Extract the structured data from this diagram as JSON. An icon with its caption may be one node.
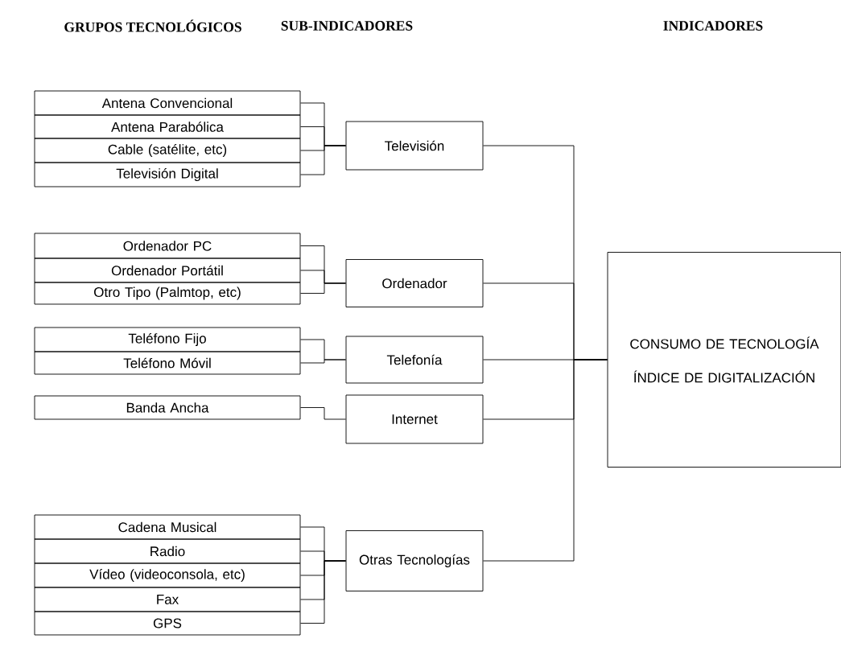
{
  "diagram": {
    "nodes": [
      {
        "text": [
          "Antena Convencional"
        ]
      },
      {
        "text": [
          "Antena Parabólica"
        ]
      },
      {
        "text": [
          "Cable (satélite, etc)"
        ]
      },
      {
        "text": [
          "Televisión Digital"
        ]
      },
      {
        "text": [
          "Televisión"
        ]
      },
      {
        "text": [
          "Ordenador PC"
        ]
      },
      {
        "text": [
          "Ordenador Portátil"
        ]
      },
      {
        "text": [
          "Otro Tipo (Palmtop, etc)"
        ]
      },
      {
        "text": [
          "Ordenador"
        ]
      },
      {
        "text": [
          "Teléfono Fijo"
        ]
      },
      {
        "text": [
          "Teléfono Móvil"
        ]
      },
      {
        "text": [
          "Telefonía"
        ]
      },
      {
        "text": [
          "Banda Ancha"
        ]
      },
      {
        "text": [
          "Internet"
        ]
      },
      {
        "text": [
          "Cadena Musical"
        ]
      },
      {
        "text": [
          "Radio"
        ]
      },
      {
        "text": [
          "Vídeo (videoconsola, etc)"
        ]
      },
      {
        "text": [
          "Fax"
        ]
      },
      {
        "text": [
          "GPS"
        ]
      },
      {
        "text": [
          "Otras Tecnologías"
        ]
      },
      {
        "text": [
          "CONSUMO DE TECNOLOGÍA",
          "ÍNDICE DE DIGITALIZACIÓN"
        ]
      }
    ],
    "edges": [
      {
        "from": 0,
        "to": 4,
        "arrow": "none"
      },
      {
        "from": 1,
        "to": 4,
        "arrow": "none"
      },
      {
        "from": 2,
        "to": 4,
        "arrow": "none"
      },
      {
        "from": 3,
        "to": 4,
        "arrow": "none"
      },
      {
        "from": 5,
        "to": 8,
        "arrow": "none"
      },
      {
        "from": 6,
        "to": 8,
        "arrow": "none"
      },
      {
        "from": 7,
        "to": 8,
        "arrow": "none"
      },
      {
        "from": 9,
        "to": 11,
        "arrow": "none"
      },
      {
        "from": 10,
        "to": 11,
        "arrow": "none"
      },
      {
        "from": 12,
        "to": 13,
        "arrow": "none"
      },
      {
        "from": 14,
        "to": 19,
        "arrow": "none"
      },
      {
        "from": 15,
        "to": 19,
        "arrow": "none"
      },
      {
        "from": 16,
        "to": 19,
        "arrow": "none"
      },
      {
        "from": 17,
        "to": 19,
        "arrow": "none"
      },
      {
        "from": 18,
        "to": 19,
        "arrow": "none"
      },
      {
        "from": 4,
        "to": 20,
        "arrow": "none"
      },
      {
        "from": 8,
        "to": 20,
        "arrow": "none"
      },
      {
        "from": 11,
        "to": 20,
        "arrow": "none"
      },
      {
        "from": 13,
        "to": 20,
        "arrow": "none"
      },
      {
        "from": 19,
        "to": 20,
        "arrow": "none"
      }
    ],
    "labels": [
      "GRUPOS TECNOLÓGICOS",
      "SUB-INDICADORES",
      "INDICADORES"
    ]
  }
}
